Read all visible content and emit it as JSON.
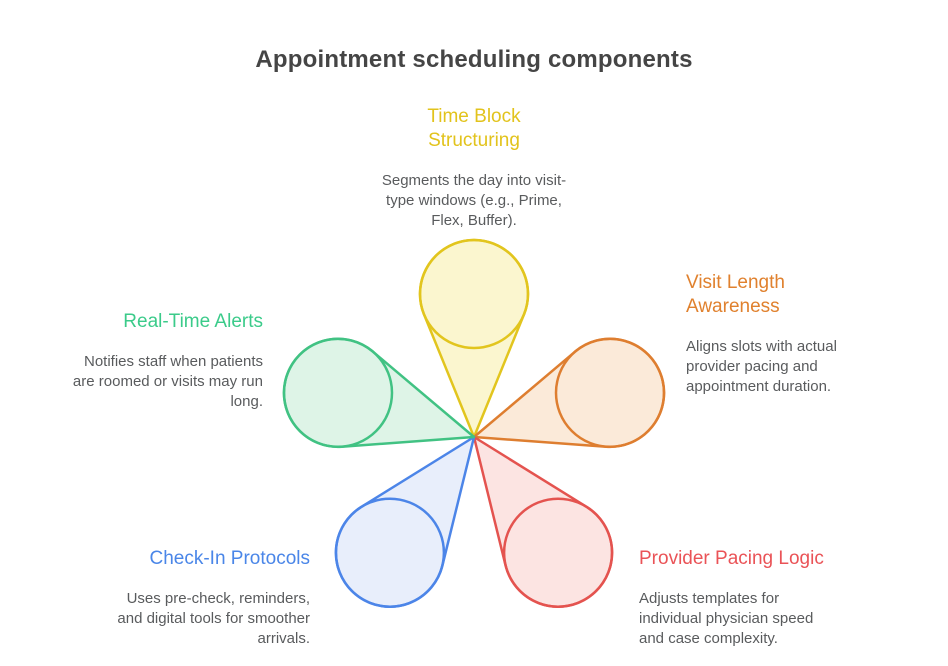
{
  "title": "Appointment scheduling components",
  "colors": {
    "background": "#ffffff",
    "title_text": "#454545",
    "body_text": "#595b5d"
  },
  "diagram": {
    "type": "petal-flower-diagram",
    "petals": [
      {
        "id": "time-block-structuring",
        "position": "top",
        "angle_deg": -90,
        "heading": "Time Block\nStructuring",
        "description": "Segments the day into visit-\ntype windows (e.g., Prime,\nFlex, Buffer).",
        "heading_color": "#e2c31c",
        "stroke": "#e2c51e",
        "fill": "#fbf6cf"
      },
      {
        "id": "visit-length-awareness",
        "position": "right",
        "angle_deg": -18,
        "heading": "Visit Length\nAwareness",
        "description": "Aligns slots with actual\nprovider pacing and\nappointment duration.",
        "heading_color": "#e0812e",
        "stroke": "#de7e30",
        "fill": "#fbead9"
      },
      {
        "id": "provider-pacing-logic",
        "position": "bottom-right",
        "angle_deg": 54,
        "heading": "Provider Pacing Logic",
        "description": "Adjusts templates for\nindividual physician speed\nand case complexity.",
        "heading_color": "#ea5357",
        "stroke": "#e4534f",
        "fill": "#fce4e2"
      },
      {
        "id": "check-in-protocols",
        "position": "bottom-left",
        "angle_deg": 126,
        "heading": "Check-In Protocols",
        "description": "Uses pre-check, reminders,\nand digital tools for smoother\narrivals.",
        "heading_color": "#4a86e8",
        "stroke": "#4c85e8",
        "fill": "#e8eefb"
      },
      {
        "id": "real-time-alerts",
        "position": "left",
        "angle_deg": 198,
        "heading": "Real-Time Alerts",
        "description": "Notifies staff when patients\nare roomed or visits may run\nlong.",
        "heading_color": "#3bcb8a",
        "stroke": "#41c283",
        "fill": "#def4e7"
      }
    ]
  }
}
